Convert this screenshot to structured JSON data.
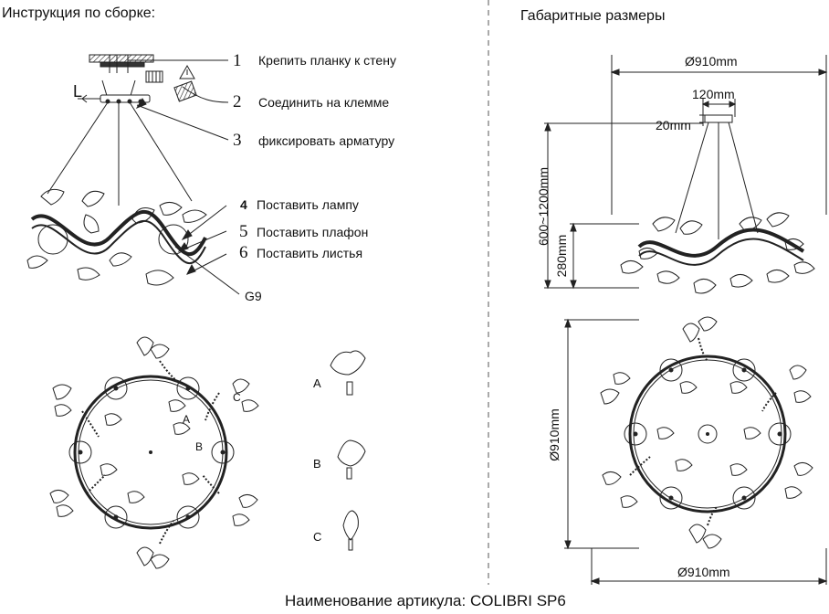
{
  "left": {
    "title": "Инструкция по сборке:",
    "steps": [
      {
        "num": "1",
        "label": "Крепить планку к стену"
      },
      {
        "num": "2",
        "label": "Соединить на клемме"
      },
      {
        "num": "3",
        "label": "фиксировать арматуру"
      },
      {
        "num": "4",
        "label": "Поставить лампу"
      },
      {
        "num": "5",
        "label": "Поставить плафон"
      },
      {
        "num": "6",
        "label": "Поставить листья"
      }
    ],
    "bulb_label": "G9",
    "side_marker": "L",
    "parts": [
      {
        "key": "A",
        "label": "A"
      },
      {
        "key": "B",
        "label": "B"
      },
      {
        "key": "C",
        "label": "C"
      }
    ],
    "ring_labels": [
      "A",
      "B",
      "C"
    ]
  },
  "right": {
    "title": "Габаритные размеры",
    "dims": {
      "top_width": "Ø910mm",
      "canopy_width": "120mm",
      "canopy_height": "20mm",
      "total_height": "600~1200mm",
      "body_height": "280mm",
      "plan_height": "Ø910mm",
      "plan_width": "Ø910mm"
    }
  },
  "footer": "Наименование артикула: COLIBRI SP6"
}
